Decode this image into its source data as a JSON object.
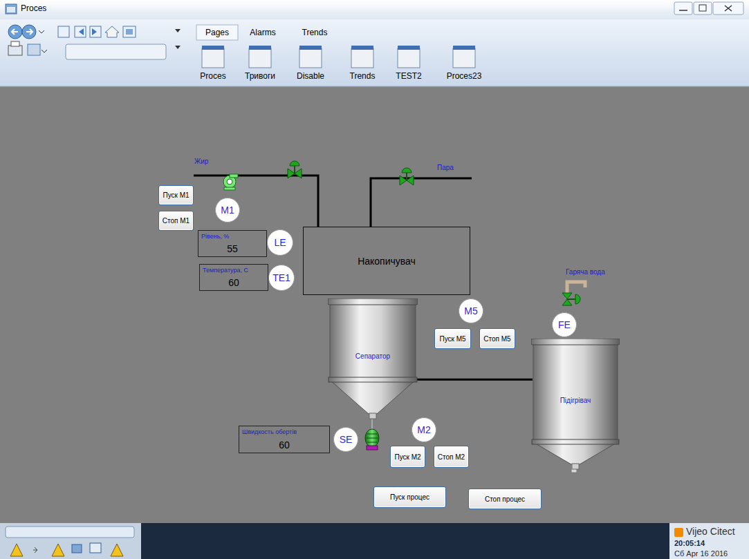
{
  "diagram": {
    "nodes": [
      {
        "text": [
          "Пуск M1"
        ]
      },
      {
        "text": [
          "M1"
        ]
      },
      {
        "text": [
          "Стоп M1"
        ]
      },
      {
        "text": [
          "Рівень, %",
          "55"
        ]
      },
      {
        "text": [
          "LE"
        ]
      },
      {
        "text": [
          "Накопичувач"
        ]
      },
      {
        "text": [
          "Температура, С",
          "60"
        ]
      },
      {
        "text": [
          "TE1"
        ]
      },
      {
        "text": [
          "M5"
        ]
      },
      {
        "text": [
          "Сепаратор"
        ]
      },
      {
        "text": [
          "FE"
        ]
      },
      {
        "text": [
          "Пуск M5"
        ]
      },
      {
        "text": [
          "Стоп M5"
        ]
      },
      {
        "text": [
          "Підігрівач"
        ]
      },
      {
        "text": [
          "M2"
        ]
      },
      {
        "text": [
          "Швидкость обертів",
          "60"
        ]
      },
      {
        "text": [
          "SE"
        ]
      },
      {
        "text": [
          "Пуск M2"
        ]
      },
      {
        "text": [
          "Стоп M2"
        ]
      },
      {
        "text": [
          "Пуск процес"
        ]
      },
      {
        "text": [
          "Стоп процес"
        ]
      }
    ],
    "edges": [
      {
        "from": 9,
        "to": 13,
        "arrow": "none"
      }
    ],
    "labels": [
      "Proces",
      "Pages",
      "Alarms",
      "Trends",
      "Proces",
      "Тривоги",
      "Disable",
      "Trends",
      "TEST2",
      "Proces23",
      "Жир",
      "Пара",
      "Гаряча вода",
      "Vijeo Citect",
      "20:05:14",
      "Сб Apr 16 2016"
    ]
  }
}
